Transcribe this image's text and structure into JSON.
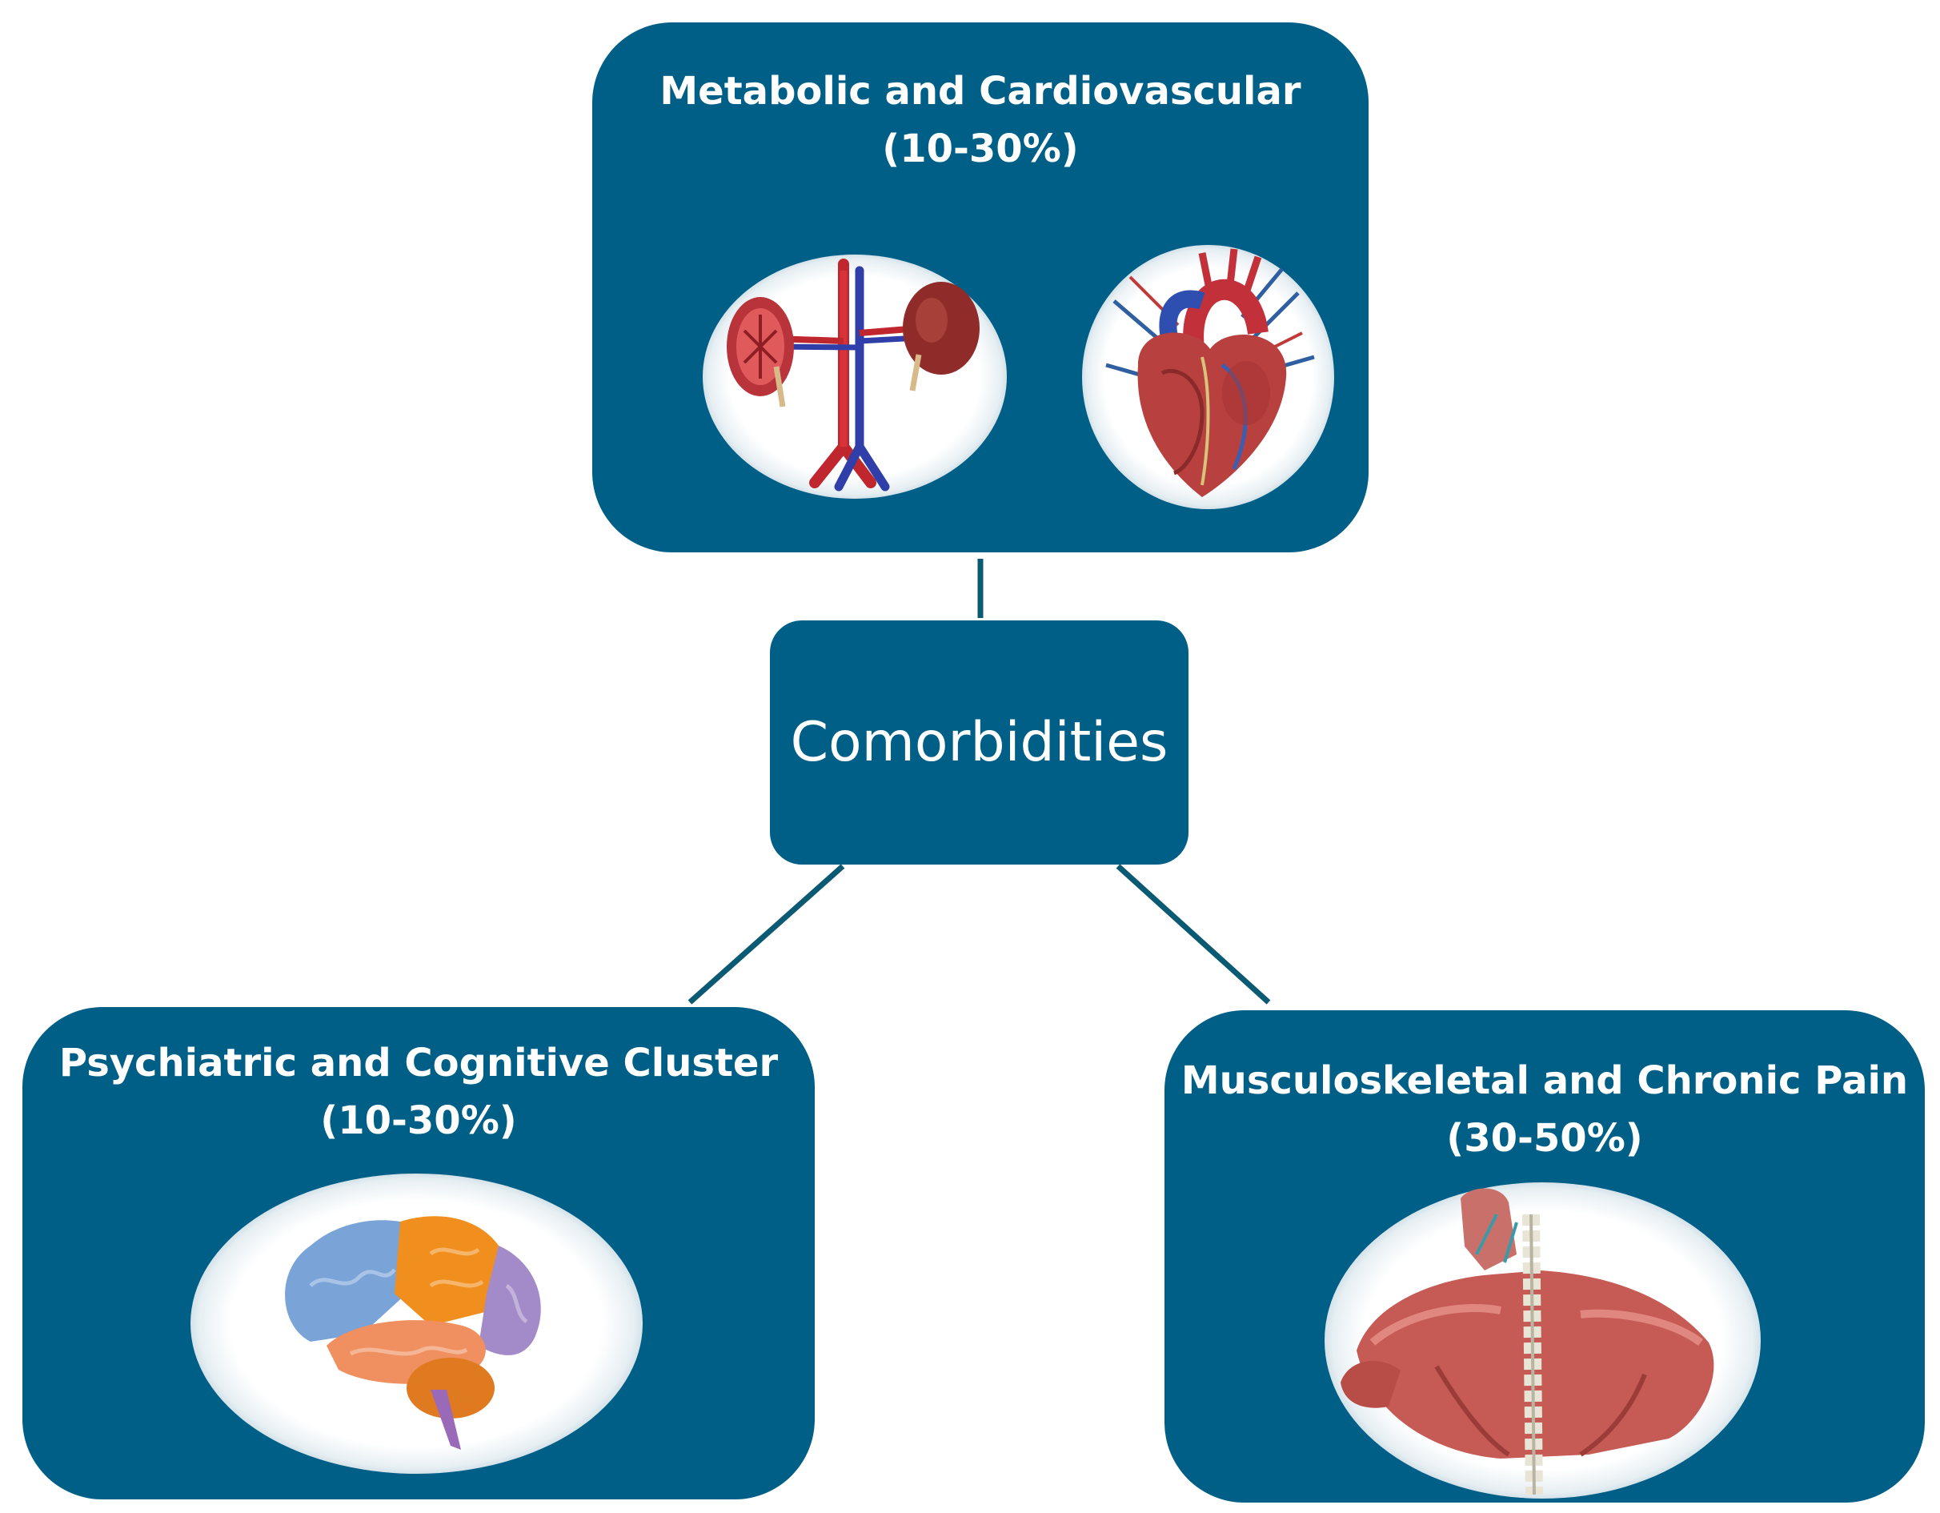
{
  "center": {
    "label": "Comorbidities"
  },
  "nodes": {
    "metabolic": {
      "title": "Metabolic and Cardiovascular",
      "percent": "(10-30%)",
      "icons": [
        "kidneys-icon",
        "heart-icon"
      ]
    },
    "psychiatric": {
      "title": "Psychiatric and Cognitive Cluster",
      "percent": "(10-30%)",
      "icons": [
        "brain-icon"
      ]
    },
    "musculoskeletal": {
      "title": "Musculoskeletal and Chronic Pain",
      "percent": "(30-50%)",
      "icons": [
        "spine-muscles-icon"
      ]
    }
  },
  "colors": {
    "box_fill": "#005f86",
    "connector": "#0a5a74",
    "text": "#ffffff"
  }
}
